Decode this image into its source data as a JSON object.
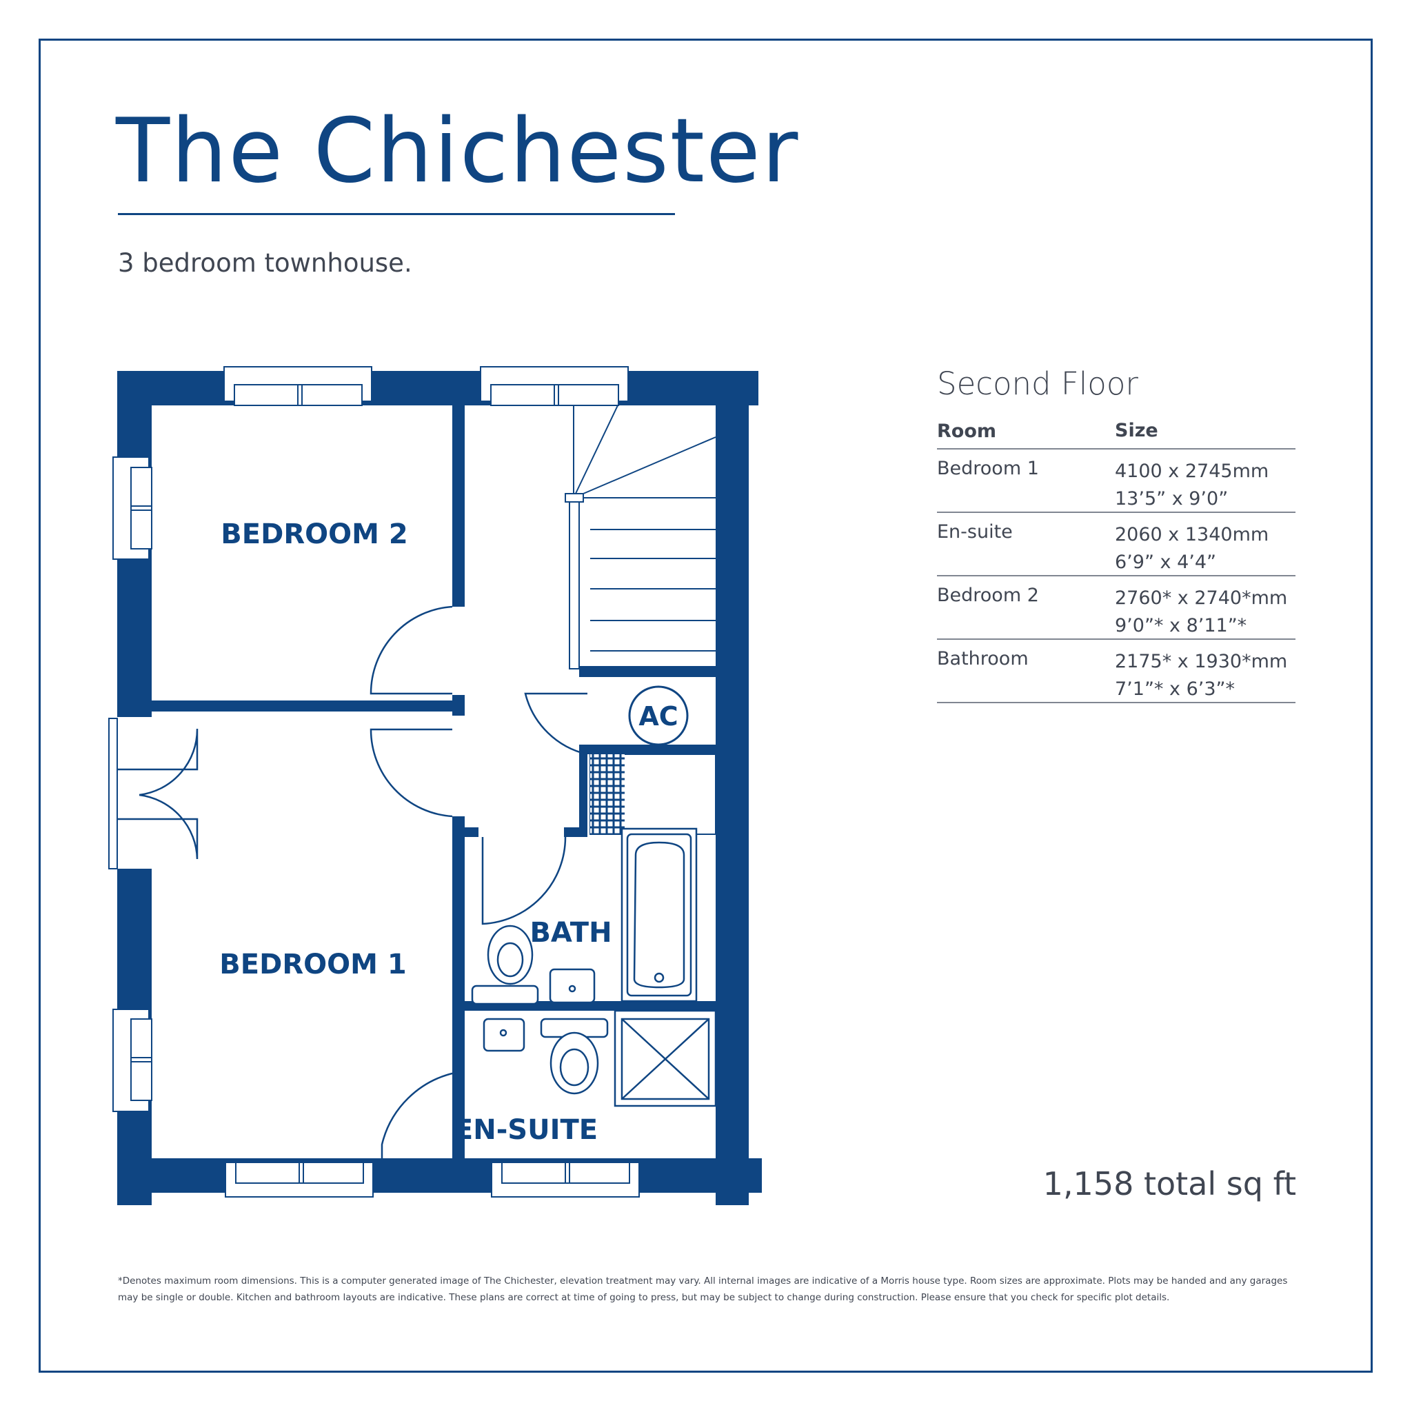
{
  "title": "The Chichester",
  "subtitle": "3 bedroom townhouse.",
  "plan": {
    "rooms": {
      "bedroom2": "BEDROOM 2",
      "bedroom1": "BEDROOM 1",
      "bath": "BATH",
      "ensuite": "EN-SUITE",
      "ac": "AC"
    }
  },
  "schedule": {
    "heading": "Second Floor",
    "columns": {
      "room": "Room",
      "size": "Size"
    },
    "rows": [
      {
        "room": "Bedroom 1",
        "metric": "4100 x 2745mm",
        "imperial": "13’5” x 9’0”"
      },
      {
        "room": "En-suite",
        "metric": "2060 x 1340mm",
        "imperial": "6’9” x 4’4”"
      },
      {
        "room": "Bedroom 2",
        "metric": "2760* x 2740*mm",
        "imperial": "9’0”* x 8’11”*"
      },
      {
        "room": "Bathroom",
        "metric": "2175* x 1930*mm",
        "imperial": "7’1”* x 6’3”*"
      }
    ]
  },
  "total": "1,158 total sq ft",
  "disclaimer": "*Denotes maximum room dimensions. This is a computer generated image of The Chichester, elevation treatment may vary. All internal images are indicative of a Morris house type. Room sizes are approximate. Plots may be handed and any garages may be single or double. Kitchen and bathroom layouts are indicative. These plans are correct at time of going to press, but may be subject to change during construction. Please ensure that you check for specific plot details.",
  "colors": {
    "brand": "#0f4582",
    "text": "#404652",
    "rule": "#808691"
  }
}
